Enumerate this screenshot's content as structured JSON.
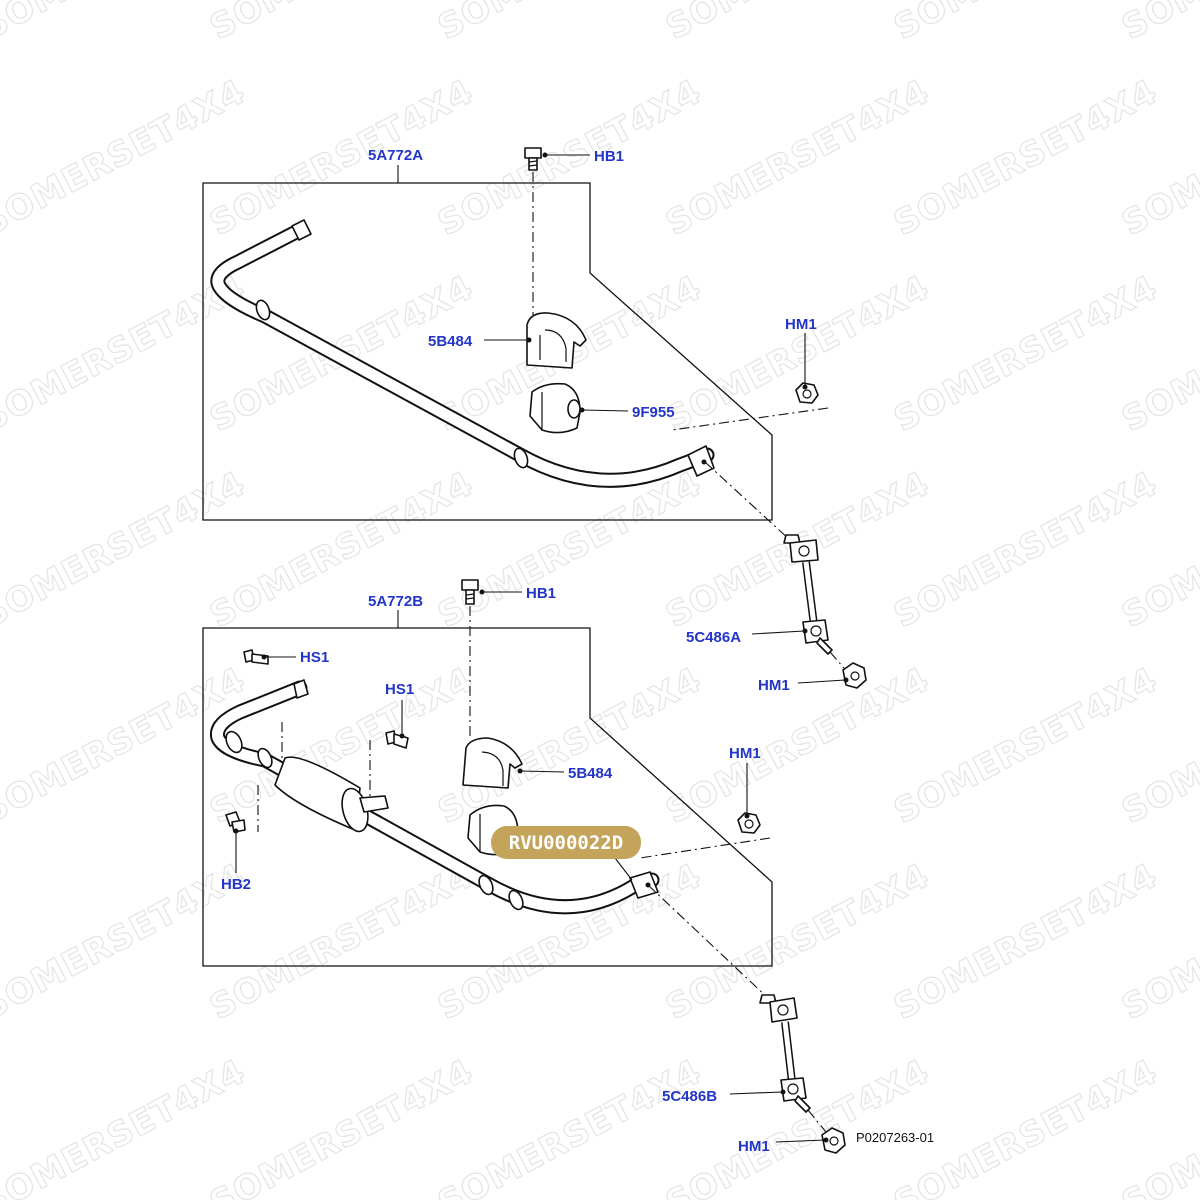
{
  "watermark": {
    "text": "SOMERSET4X4"
  },
  "labels": {
    "top_bar": "5A772A",
    "top_bolt": "HB1",
    "top_clamp": "5B484",
    "top_bush": "9F955",
    "top_nut": "HM1",
    "link_a": "5C486A",
    "link_a_nut": "HM1",
    "bottom_bar": "5A772B",
    "bottom_bolt": "HB1",
    "screw_left": "HS1",
    "screw_mid": "HS1",
    "bottom_clamp": "5B484",
    "bottom_nut": "HM1",
    "bolt_hb2": "HB2",
    "link_b": "5C486B",
    "link_b_nut": "HM1"
  },
  "highlight": {
    "part_number": "RVU000022D",
    "color": "#c3a45a"
  },
  "reference": "P0207263-01",
  "colors": {
    "label": "#2336c8",
    "line": "#111111",
    "watermark": "#e4e4e4"
  }
}
